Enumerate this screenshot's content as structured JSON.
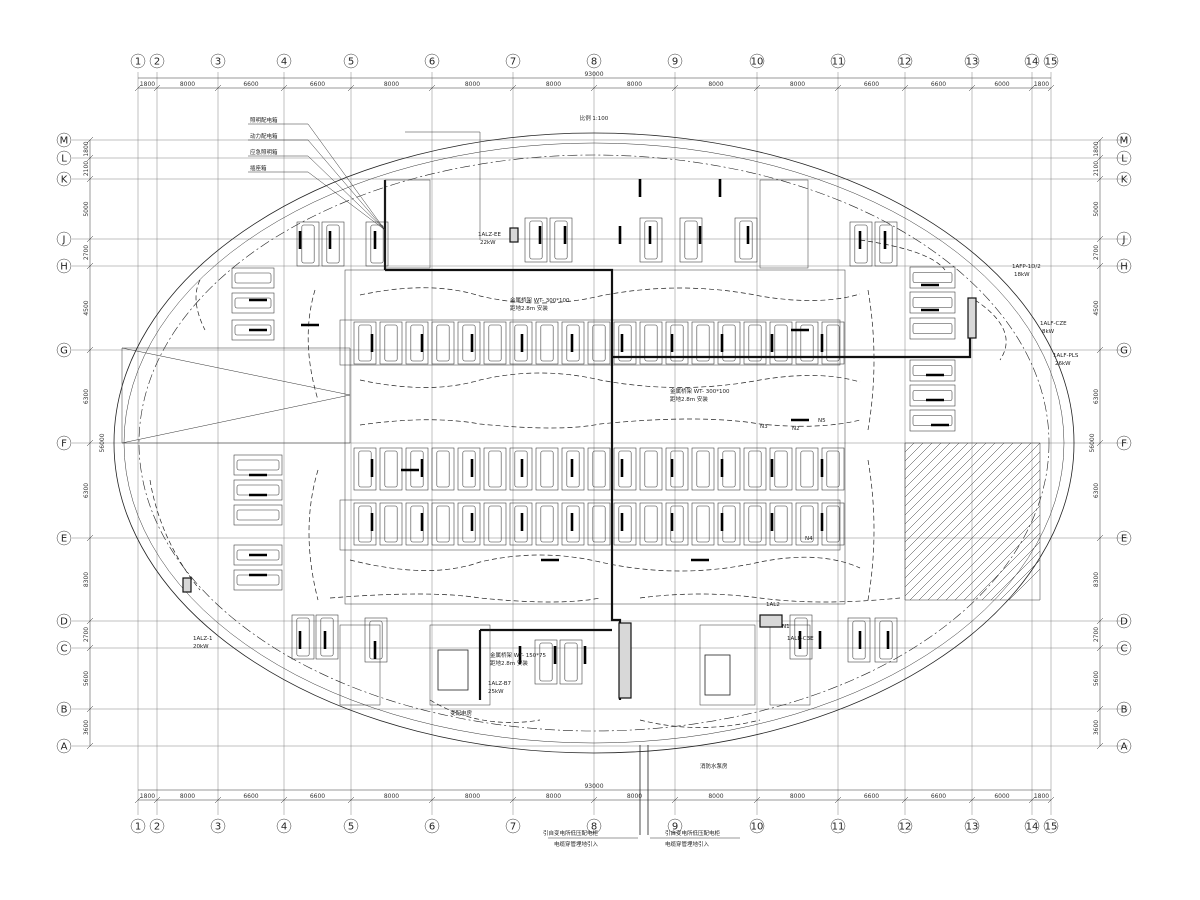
{
  "title_scale": "比例 1:100",
  "axes": {
    "columns": [
      "1",
      "2",
      "3",
      "4",
      "5",
      "6",
      "7",
      "8",
      "9",
      "10",
      "11",
      "12",
      "13",
      "14",
      "15"
    ],
    "rows": [
      "M",
      "L",
      "K",
      "J",
      "H",
      "G",
      "F",
      "E",
      "D",
      "C",
      "B",
      "A"
    ]
  },
  "dimensions": {
    "top_total": "93000",
    "bottom_total": "93000",
    "top_spans": [
      "1800",
      "8000",
      "6600",
      "6600",
      "8000",
      "8000",
      "8000",
      "8000",
      "8000",
      "8000",
      "6600",
      "6600",
      "6000",
      "1800"
    ],
    "bottom_spans": [
      "1800",
      "8000",
      "6600",
      "6600",
      "8000",
      "8000",
      "8000",
      "8000",
      "8000",
      "8000",
      "6600",
      "6600",
      "6000",
      "1800"
    ],
    "left_spans": [
      "1800",
      "2100",
      "5000",
      "2700",
      "4500",
      "6300",
      "6300",
      "8300",
      "2700",
      "5600",
      "3600"
    ],
    "right_spans": [
      "1800",
      "2100",
      "5000",
      "2700",
      "4500",
      "6300",
      "6300",
      "8300",
      "2700",
      "5600",
      "3600"
    ],
    "left_total": "56000",
    "right_total": "56000"
  },
  "annotations": {
    "tray_upper": "金属桥架 WT- 300*100",
    "tray_upper_sub": "距地2.8m 安装",
    "tray_mid": "金属桥架 WT- 300*100",
    "tray_mid_sub": "距地2.8m 安装",
    "tray_lower": "金属桥架 WT- 150*75",
    "tray_lower_sub": "距地2.8m 安装",
    "panel_1ALZ_EE": "1ALZ-EE",
    "panel_1ALZ_EE_sub": "22kW",
    "panel_1ALZ_1": "1ALZ-1",
    "panel_1ALZ_1_sub": "20kW",
    "panel_1ALZ_B7": "1ALZ-B7",
    "panel_1ALZ_B7_sub": "25kW",
    "panel_1AL2": "1AL2",
    "panel_1ALE_C3E": "1ALE-C3E",
    "panel_1AFP": "1AFP-1D/2",
    "panel_1AFP_sub": "18kW",
    "panel_1ALF_CZE": "1ALF-CZE",
    "panel_1ALF_CZE_sub": "8kW",
    "panel_1ALF_PLS": "1ALF-PLS",
    "panel_1ALF_PLS_sub": "26kW",
    "N1": "N1",
    "N2": "N2",
    "N3": "N3",
    "N4": "N4",
    "N5": "N5",
    "inlet_left": "引自变电所低压配电柜",
    "inlet_left_sub": "电缆穿管埋地引入",
    "inlet_right": "引自变电所低压配电柜",
    "inlet_right_sub": "电缆穿管埋地引入",
    "transformer": "变配电房",
    "pump": "消防水泵房",
    "note_boxes": [
      "照明配电箱",
      "动力配电箱",
      "应急照明箱",
      "插座箱"
    ]
  }
}
